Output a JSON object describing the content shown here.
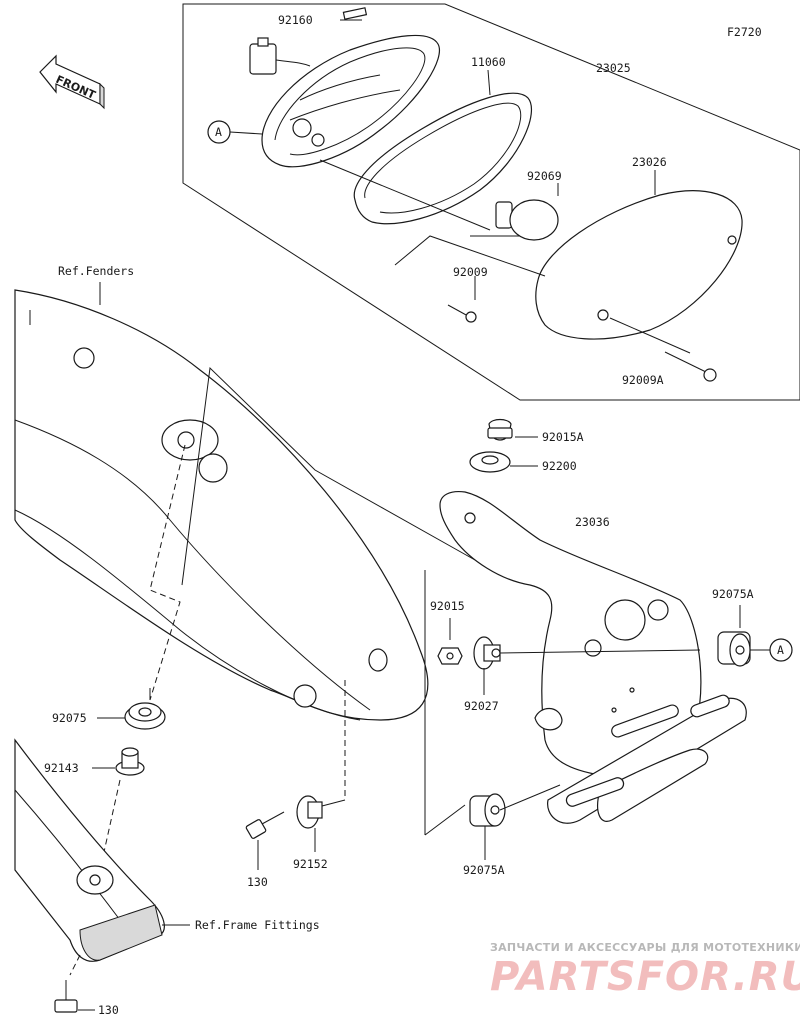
{
  "diagram_id": "F2720",
  "front_label": "FRONT",
  "callout_marker": "A",
  "references": {
    "fenders": "Ref.Fenders",
    "frame_fittings": "Ref.Frame Fittings"
  },
  "part_numbers": {
    "p92160": "92160",
    "p11060": "11060",
    "p23025": "23025",
    "p92069": "92069",
    "p23026": "23026",
    "p92009": "92009",
    "p92009A": "92009A",
    "p92015A": "92015A",
    "p92200": "92200",
    "p23036": "23036",
    "p92015": "92015",
    "p92075A_top": "92075A",
    "p92027": "92027",
    "p92075": "92075",
    "p92143": "92143",
    "p130_mid": "130",
    "p92152": "92152",
    "p92075A_bottom": "92075A",
    "p130_bottom": "130"
  },
  "watermark": {
    "tagline": "ЗАПЧАСТИ И АКСЕССУАРЫ ДЛЯ МОТОТЕХНИКИ",
    "brand": "PARTSFOR.RU"
  }
}
